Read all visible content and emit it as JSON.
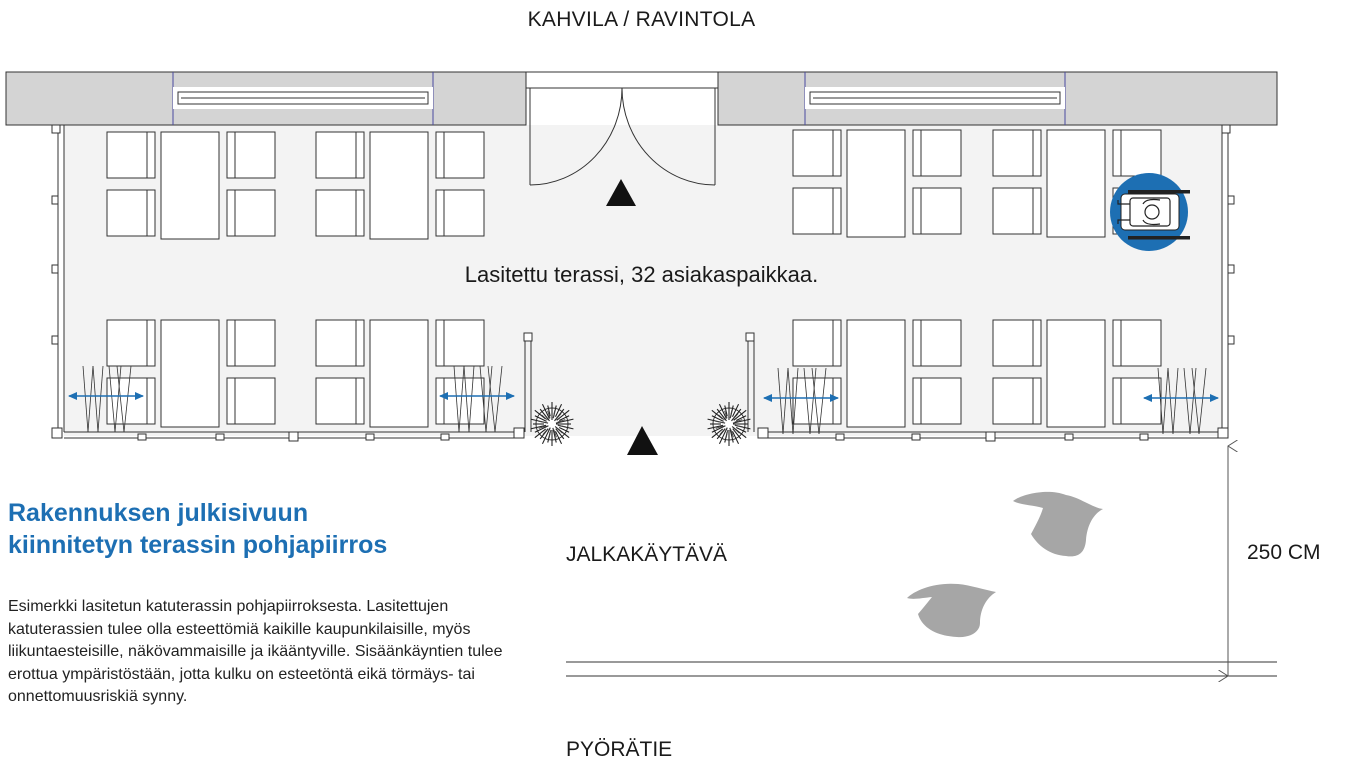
{
  "labels": {
    "top": "KAHVILA / RAVINTOLA",
    "terrace": "Lasitettu terassi, 32 asiakaspaikkaa.",
    "walkway": "JALKAKÄYTÄVÄ",
    "bike_path": "PYÖRÄTIE",
    "dimension": "250 CM"
  },
  "heading": {
    "line1": "Rakennuksen julkisivuun",
    "line2": "kiinnitetyn terassin pohjapiirros"
  },
  "description": "Esimerkki lasitetun katuterassin pohjapiirroksesta. Lasitettujen katuterassien tulee olla esteettömiä kaikille kaupunkilaisille, myös liikuntaesteisille, näkövammaisille ja ikääntyville. Sisäänkäyntien tulee erottua ympäristöstään, jotta kulku on esteetöntä eikä törmäys- tai onnettomuusriskiä synny.",
  "colors": {
    "accent": "#1d6fb3",
    "wall": "#d4d4d4",
    "terrace_floor": "#f3f3f3",
    "person": "#a6a6a6"
  },
  "icons": {
    "entrance": "entrance-triangle-icon",
    "accessibility": "wheelchair-icon",
    "plant": "plant-icon",
    "person": "pedestrian-icon",
    "door_swing": "double-arrow-icon"
  }
}
